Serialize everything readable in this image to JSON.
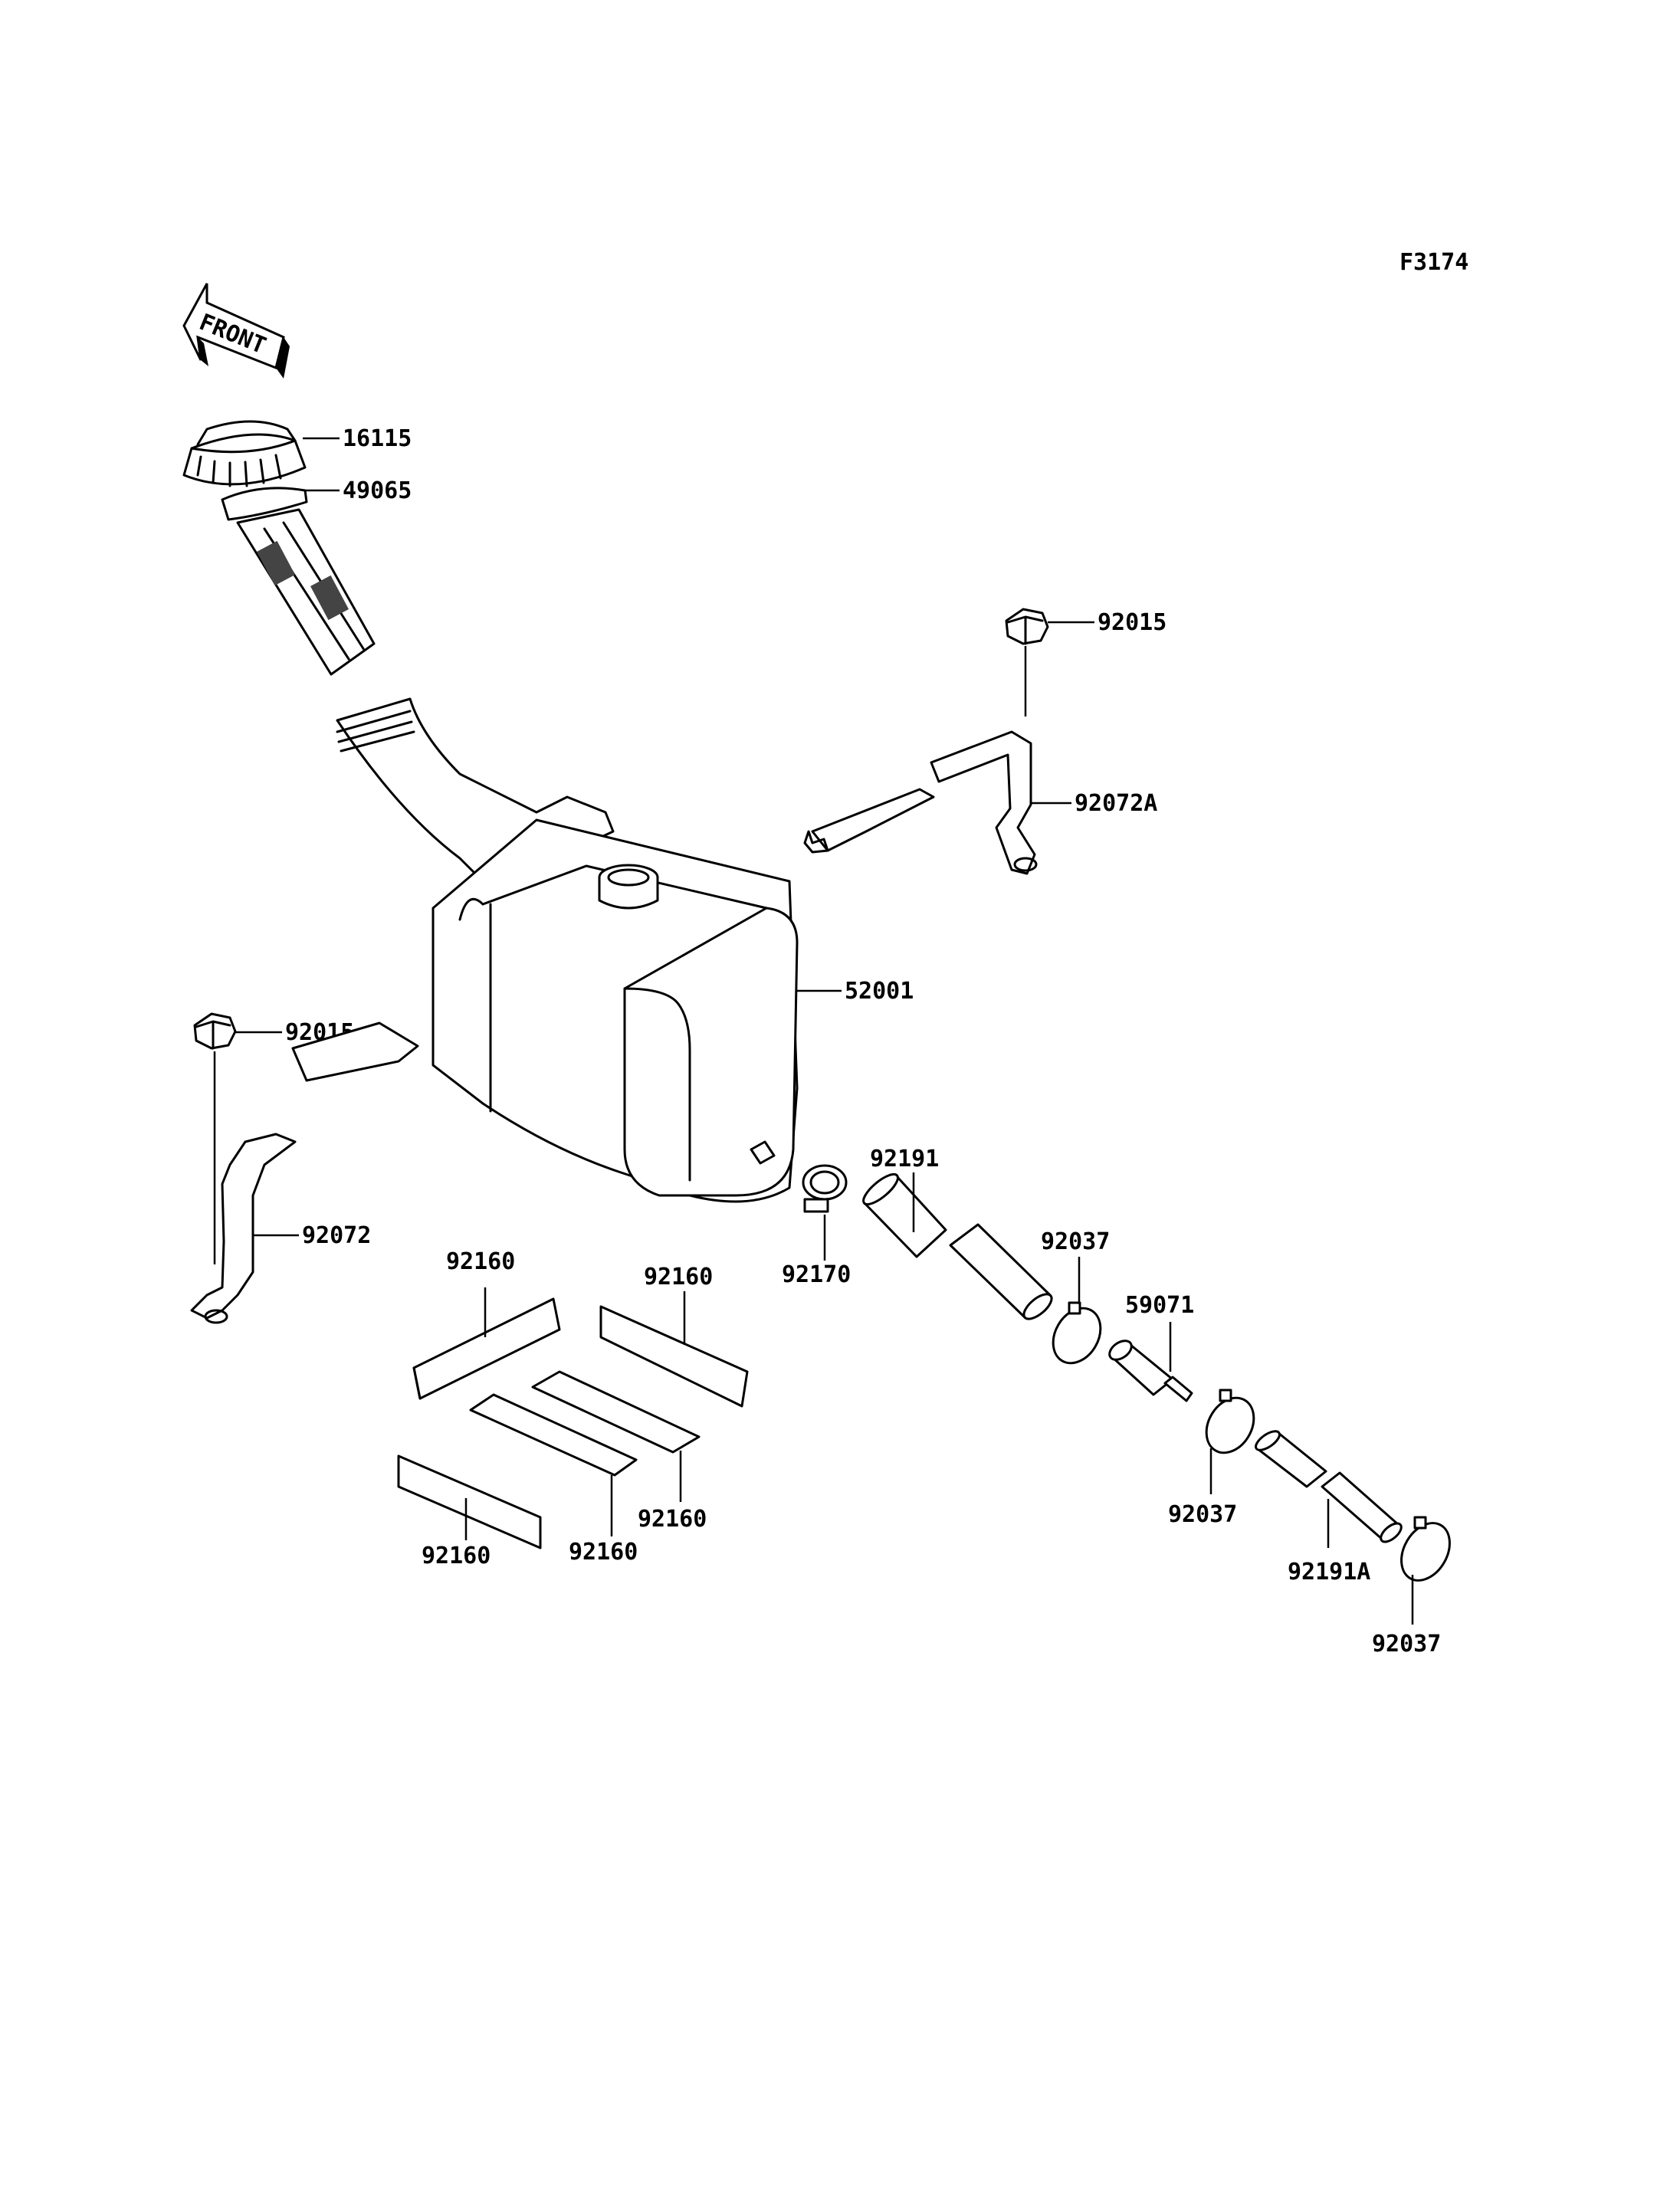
{
  "figure": {
    "code": "F3174",
    "front_arrow_label": "FRONT"
  },
  "callouts": {
    "cap": "16115",
    "filter": "49065",
    "nut_right": "92015",
    "band_right": "92072A",
    "tank": "52001",
    "nut_left": "92015",
    "band_left": "92072",
    "hose_upper": "92191",
    "clamp_hose": "92170",
    "clip_a": "92037",
    "valve": "59071",
    "clip_b": "92037",
    "hose_lower": "92191A",
    "clip_c": "92037",
    "pad_1": "92160",
    "pad_2": "92160",
    "pad_3": "92160",
    "pad_4": "92160",
    "pad_5": "92160"
  }
}
